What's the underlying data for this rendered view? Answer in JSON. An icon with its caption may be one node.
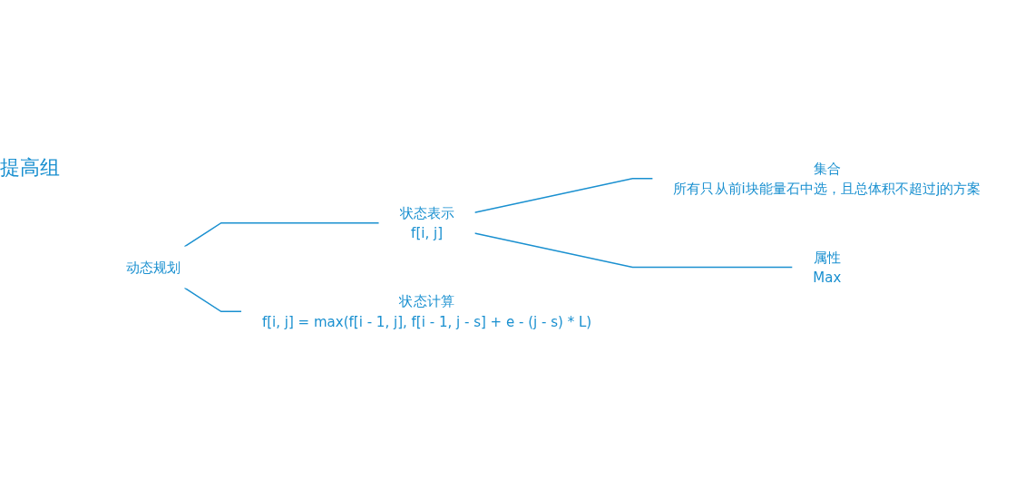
{
  "diagram": {
    "nodes": [
      {
        "text": [
          "动态规划"
        ]
      },
      {
        "text": [
          "状态表示",
          "f[i, j]"
        ]
      },
      {
        "text": [
          "集合",
          "所有只从前i块能量石中选，且总体积不超过j的方案"
        ]
      },
      {
        "text": [
          "属性",
          "Max"
        ]
      },
      {
        "text": [
          "状态计算",
          "f[i, j] = max(f[i - 1, j], f[i - 1, j - s] + e - (j - s) * L)"
        ]
      }
    ],
    "edges": [
      {
        "from": 0,
        "to": 1,
        "arrow": "none"
      },
      {
        "from": 1,
        "to": 2,
        "arrow": "none"
      },
      {
        "from": 1,
        "to": 3,
        "arrow": "none"
      },
      {
        "from": 0,
        "to": 4,
        "arrow": "none"
      }
    ],
    "labels": [
      "提高组"
    ]
  }
}
